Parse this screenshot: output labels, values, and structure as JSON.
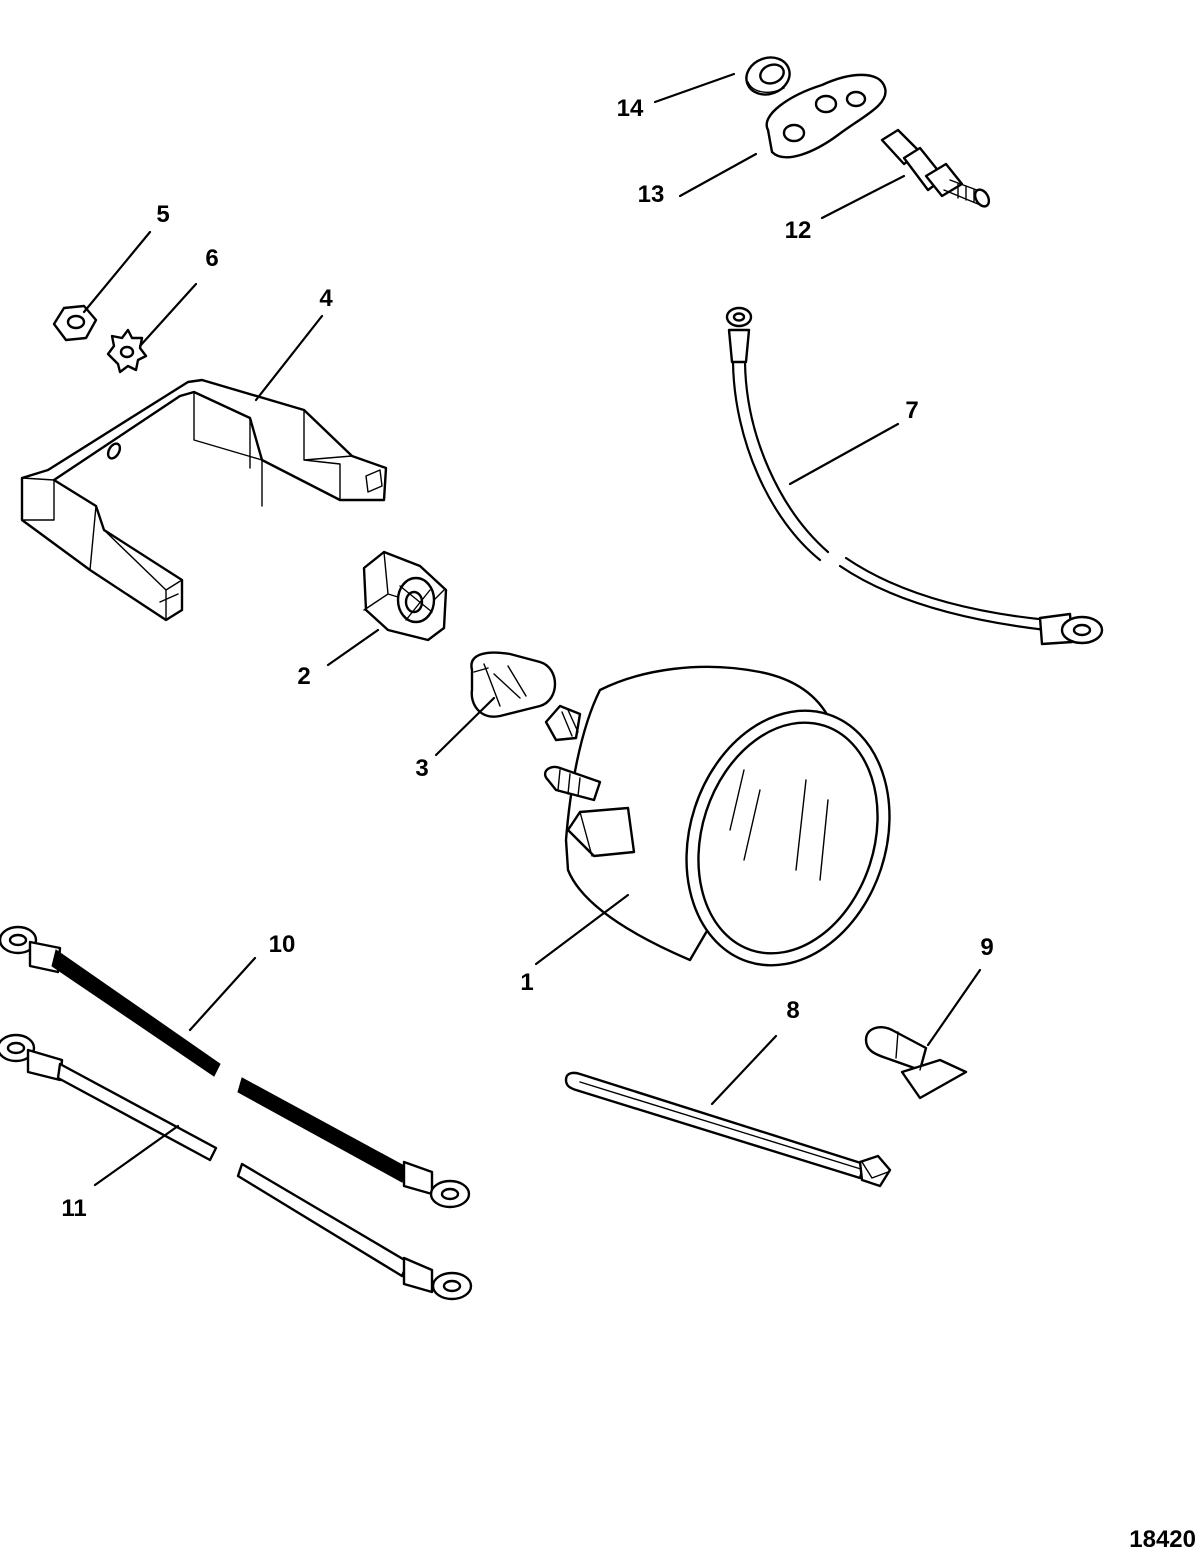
{
  "figure_id": "18420",
  "callouts": [
    {
      "id": "c1",
      "text": "1"
    },
    {
      "id": "c2",
      "text": "2"
    },
    {
      "id": "c3",
      "text": "3"
    },
    {
      "id": "c4",
      "text": "4"
    },
    {
      "id": "c5",
      "text": "5"
    },
    {
      "id": "c6",
      "text": "6"
    },
    {
      "id": "c7",
      "text": "7"
    },
    {
      "id": "c8",
      "text": "8"
    },
    {
      "id": "c9",
      "text": "9"
    },
    {
      "id": "c10",
      "text": "10"
    },
    {
      "id": "c11",
      "text": "11"
    },
    {
      "id": "c12",
      "text": "12"
    },
    {
      "id": "c13",
      "text": "13"
    },
    {
      "id": "c14",
      "text": "14"
    }
  ]
}
